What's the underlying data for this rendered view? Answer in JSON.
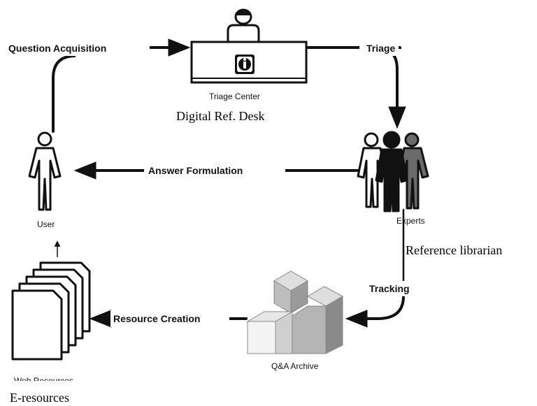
{
  "flow_labels": {
    "question_acquisition": "Question Acquisition",
    "triage": "Triage",
    "answer_formulation": "Answer Formulation",
    "tracking": "Tracking",
    "resource_creation": "Resource Creation"
  },
  "nodes": {
    "triage_center": "Triage Center",
    "user": "User",
    "experts": "Experts",
    "qa_archive": "Q&A Archive",
    "web_resources": "Web Resources"
  },
  "annotations": {
    "digital_ref_desk": "Digital  Ref.  Desk",
    "reference_librarian": "Reference  librarian",
    "e_resources": "E-resources"
  }
}
